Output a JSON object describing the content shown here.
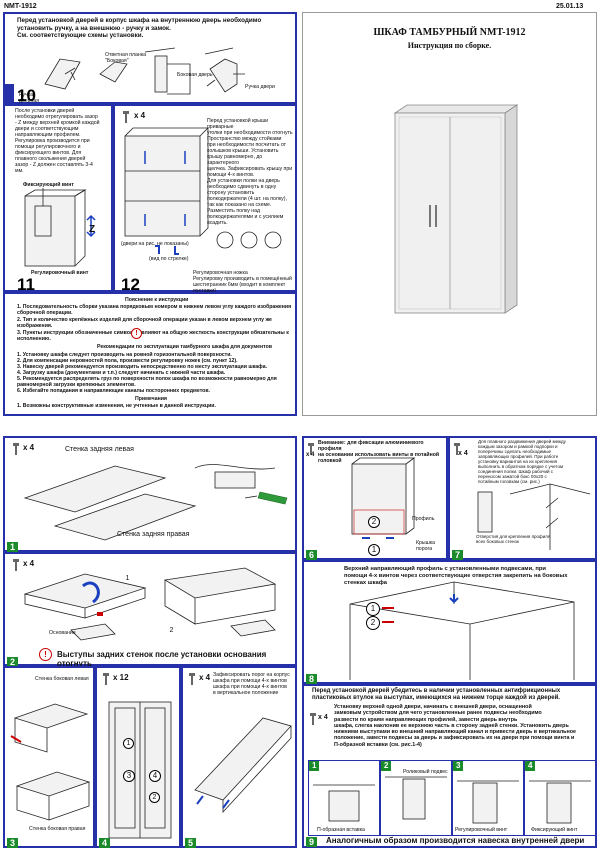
{
  "header": {
    "model": "NMT-1912",
    "date": "25.01.13"
  },
  "title": {
    "main": "ШКАФ ТАМБУРНЫЙ NMT-1912",
    "sub": "Инструкция по сборке."
  },
  "step10": {
    "number": "10",
    "instruction": "Перед установкой дверей в корпус шкафа на  внутреннюю дверь необходимо\nустановить ручку, а на внешнюю - ручку и замок.\nСм. соответствующие схемы установки.",
    "labels": [
      "Ручка\nдверная",
      "Ответная планка\n\"Боковая\"",
      "Боковая дверь",
      "Ручка двери"
    ]
  },
  "step11": {
    "number": "11",
    "text": "После установки дверей\nнеобходимо отрегулировать зазор\n- Z между верхней кромкой каждой\nдвери и соответствующим\nнаправляющим профилем.\nРегулировка производится при\nпомощи регулировочного и\nфиксирующего винтов. Для\nплавного скольжения дверей\nзазор - Z должен составлять 3-4\nмм.",
    "label_fix": "Фиксирующий винт",
    "label_adj": "Регулировочный винт",
    "z": "Z"
  },
  "step12": {
    "number": "12",
    "qty": "x 4",
    "text": "Перед установкой крыши приварные\nуголки при необходимости отогнуть\nПространство между стойками\nпри необходимости посчитать от\nколышков крыши. Установить\nкрышу равномерно, до характерного\nщелчка. Зафиксировать крышу при\nпомощи 4-х винтов.\nДля установки полки на дверь\nнеобходимо сдвинуть в одну\nсторону установить\nполкодержатели (4 шт. на полку),\nтак как показано на схеме.\nРазместить полку над\nполкодержателями и с усилием\nвсадить.",
    "label_doors": "(двери на рис. не показаны)",
    "label_arrow": "(вид по стрелке)",
    "leg": "Регулировочная ножка\nРегулировку производить в помещённый\nшестигранник 6мм (входит в комплект\nпоставки)."
  },
  "notes": {
    "title": "Пояснение к инструкции",
    "items": [
      "1. Последовательность сборки указана порядковым номером в нижнем левом углу каждого изображения  сборочной операции.",
      "2. Тип и количество крепёжных изделий для сборочной операции указан в левом верхнем углу же изображения.",
      "3. Пункты инструкции обозначенные символом        влияют на общую жесткость конструкции обязательны к исполнению."
    ],
    "rec_title": "Рекомендации по эксплуатации тамбурного шкафа для документов",
    "rec_items": [
      "1. Установку шкафа следует производить на ровной горизонтальной поверхности.",
      "2. Для компенсации неровностей пола, произвести регулировку ножек (см. пункт 12).",
      "3. Навеску дверей рекомендуется производить непосредственно по месту эксплуатации шкафа.",
      "4. Загрузку шкафа (документами и т.п.) следует начинать с нижней части шкафа.",
      "5. Рекомендуется распределять груз по поверхности полок шкафа по возможности равномерно для равномерной загрузки крепежных элементов.",
      "6. Избегайте попадания в направляющие каналы посторонних предметов."
    ],
    "note_title": "Примечания",
    "note_items": [
      "1. Возможны конструктивные изменения, не учтенные в данной инструкции."
    ]
  },
  "step1": {
    "number": "1",
    "qty": "x 4",
    "label_left": "Стенка задняя левая",
    "label_right": "Стенка задняя правая"
  },
  "step2": {
    "number": "2",
    "qty": "x 4",
    "label_base": "Основание",
    "warning": "Выступы задних стенок после установки основания отогнуть",
    "marks": [
      "1",
      "2"
    ]
  },
  "step3": {
    "number": "3",
    "label_top": "Стенка боковая левая",
    "label_bottom": "Стенка боковая правая"
  },
  "step4": {
    "number": "4",
    "qty": "x 12",
    "marks": [
      "1",
      "2",
      "3",
      "4"
    ]
  },
  "step5": {
    "number": "5",
    "qty": "x 4",
    "text": "Зафиксировать порог на корпус\nшкафа при помощи 4-х винтов\nшкафа при помощи 4-х винтов\nв вертикальное положение"
  },
  "step6": {
    "number": "6",
    "qty": "x 4",
    "note": "Внимание: для фиксации алюминиевого профиля\nна основании использовать винты в потайной\nголовкой",
    "label_profile": "Профиль",
    "label_threshold": "Крышка\nпорога",
    "marks": [
      "1",
      "2"
    ]
  },
  "step7": {
    "number": "7",
    "qty": "x 4",
    "note": "Для плавного раздвижения дверей между\nкаждым зазором и рамкой подпорки и\nпоперечины сделать необходимые\nзаправляющих профилей. При работе\nустановку вариантов на их крепления\nвыполнить в обратном порядке с учетом\nсоединения полки. Шкаф рабочий с\nпереносом зажатой бокс 00х20 с\nпотайным головкам (см. рис.)",
    "label_small": "Отверстия для крепления профиля\nвсех боковых стенок"
  },
  "step8": {
    "number": "8",
    "text": "Верхний направляющий профиль с установленными подвесами, при\nпомощи 4-х винтов через соответствующие отверстия закрепить на боковых\nстенках шкафа",
    "marks": [
      "1",
      "2"
    ]
  },
  "step9": {
    "number": "9",
    "qty": "x 4",
    "intro": "Перед установкой дверей убедитесь в наличии установленных антифрикционных\nпластиковых втулок на выступах, имеющихся на нижнем торце каждой из дверей.",
    "text": "Установку  верхней одной двери,  начинать с внешней двери, оснащенной\nзамковым устройством для чего установленные ранее подвесы необходимо\nразвести по краям направляющих профилей, завести дверь внутрь\nшкафа, слегка наклонив ее верхнюю часть в сторону задней стенки. Установить дверь\nнижними выступами во внешний направляющий канал и привести дверь  в вертикальное\nположение, завести подвесы за дверь  и зафиксировать их на двери при помощи винта и\nП-образной вставки (см. рис.1-4)",
    "subs": [
      "1",
      "2",
      "3",
      "4"
    ],
    "sub_labels": [
      "П-образная вставка",
      "Роликовый подвес",
      "Регулировочный винт",
      "Фиксирующий винт"
    ],
    "footer": "Аналогичным образом производится навеска внутренней двери"
  }
}
